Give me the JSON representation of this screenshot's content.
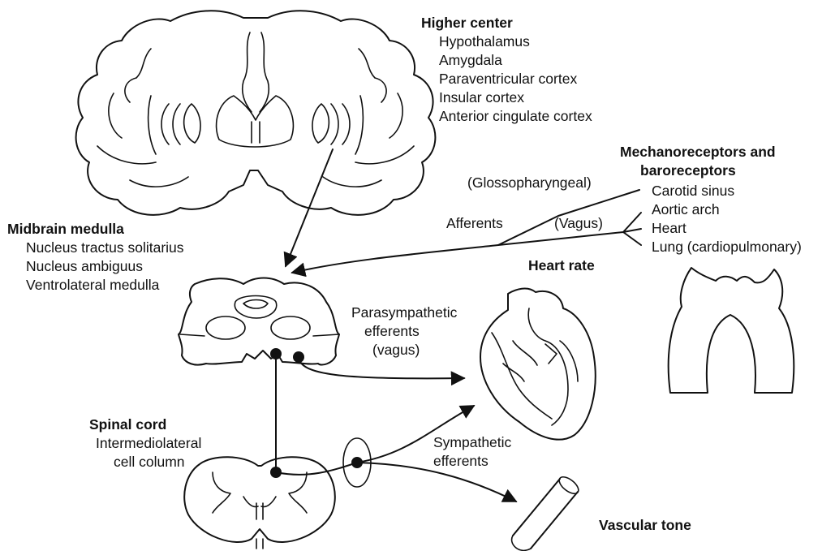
{
  "higher_center": {
    "title": "Higher center",
    "items": [
      "Hypothalamus",
      "Amygdala",
      "Paraventricular cortex",
      "Insular cortex",
      "Anterior cingulate cortex"
    ]
  },
  "midbrain": {
    "title": "Midbrain medulla",
    "items": [
      "Nucleus tractus solitarius",
      "Nucleus ambiguus",
      "Ventrolateral medulla"
    ]
  },
  "receptors": {
    "title_line1": "Mechanoreceptors and",
    "title_line2": "baroreceptors",
    "items": [
      "Carotid sinus",
      "Aortic arch",
      "Heart",
      "Lung (cardiopulmonary)"
    ]
  },
  "afferents": {
    "label": "Afferents",
    "glossopharyngeal": "(Glossopharyngeal)",
    "vagus": "(Vagus)"
  },
  "heart_rate": {
    "title": "Heart rate"
  },
  "parasympathetic": {
    "line1": "Parasympathetic",
    "line2": "efferents",
    "line3": "(vagus)"
  },
  "spinal_cord": {
    "title": "Spinal cord",
    "line1": "Intermediolateral",
    "line2": "cell column"
  },
  "sympathetic": {
    "line1": "Sympathetic",
    "line2": "efferents"
  },
  "vascular_tone": {
    "title": "Vascular tone"
  }
}
